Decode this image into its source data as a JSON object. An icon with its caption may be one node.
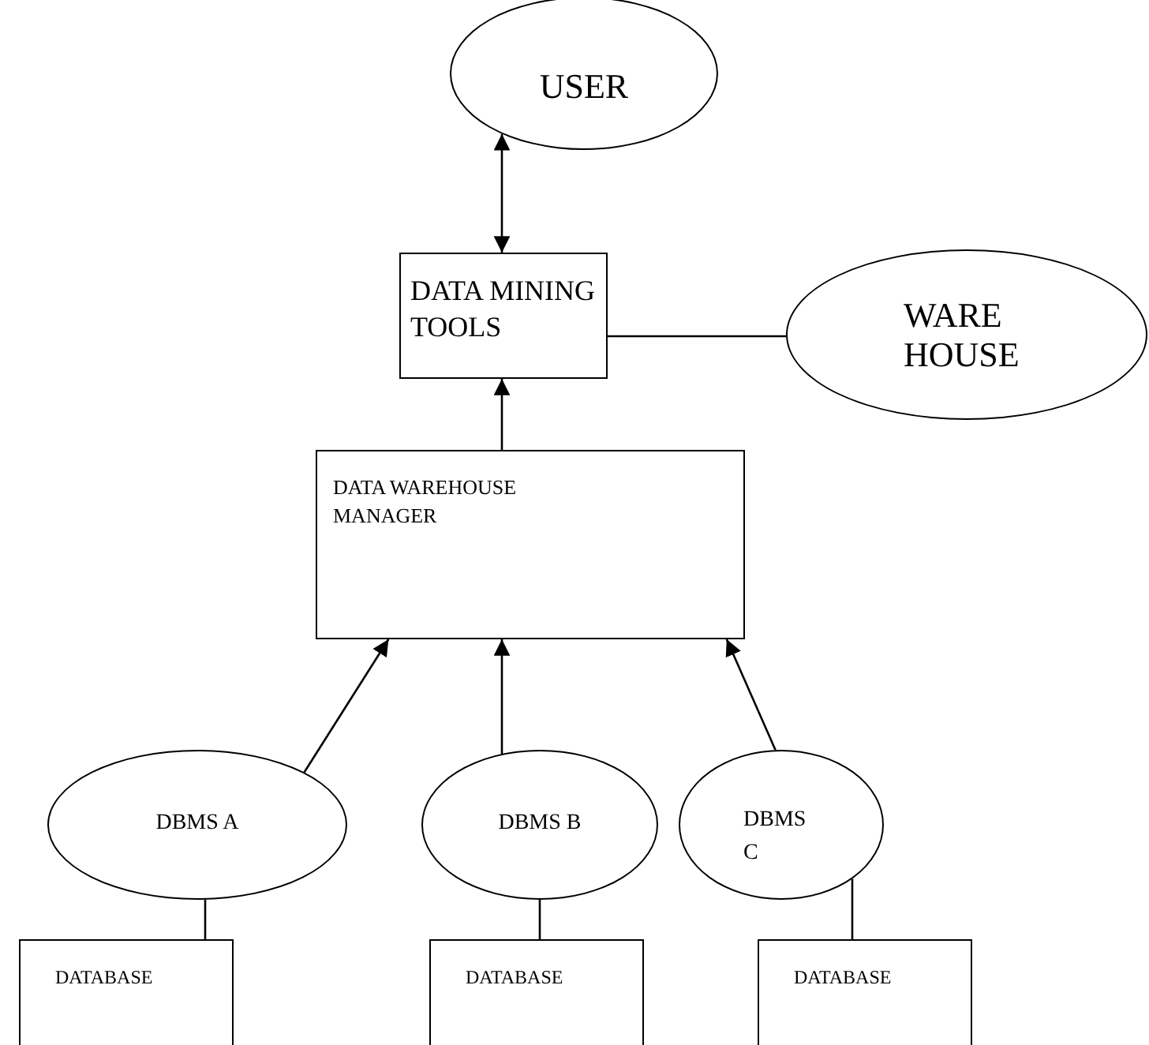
{
  "diagram": {
    "nodes": [
      {
        "text": [
          "USER"
        ]
      },
      {
        "text": [
          "DATA MINING TOOLS"
        ]
      },
      {
        "text": [
          "WARE HOUSE"
        ]
      },
      {
        "text": [
          "DATA WAREHOUSE MANAGER"
        ]
      },
      {
        "text": [
          "DBMS A"
        ]
      },
      {
        "text": [
          "DBMS B"
        ]
      },
      {
        "text": [
          "DBMS C"
        ]
      },
      {
        "text": [
          "DATABASE"
        ]
      },
      {
        "text": [
          "DATABASE"
        ]
      },
      {
        "text": [
          "DATABASE"
        ]
      }
    ],
    "edges": [
      {
        "from": 1,
        "to": 0,
        "arrow": "both"
      },
      {
        "from": 1,
        "to": 2,
        "arrow": "none"
      },
      {
        "from": 3,
        "to": 1,
        "arrow": "to"
      },
      {
        "from": 4,
        "to": 3,
        "arrow": "to"
      },
      {
        "from": 5,
        "to": 3,
        "arrow": "to"
      },
      {
        "from": 6,
        "to": 3,
        "arrow": "to"
      },
      {
        "from": 7,
        "to": 4,
        "arrow": "none"
      },
      {
        "from": 8,
        "to": 5,
        "arrow": "none"
      },
      {
        "from": 9,
        "to": 6,
        "arrow": "none"
      }
    ]
  }
}
